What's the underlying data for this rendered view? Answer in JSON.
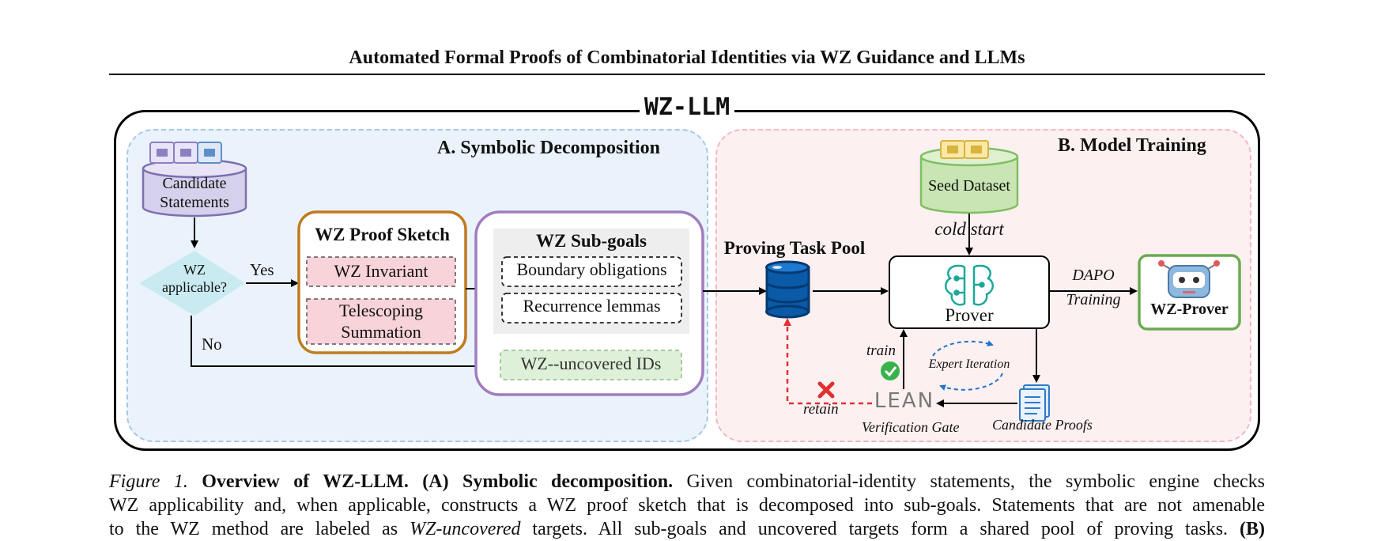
{
  "page_title": "Automated Formal Proofs of Combinatorial Identities via WZ Guidance and LLMs",
  "figure": {
    "frame_label": "WZ-LLM",
    "panel_a": {
      "title": "A. Symbolic Decomposition",
      "candidate_statements_line1": "Candidate",
      "candidate_statements_line2": "Statements",
      "decision_line1": "WZ",
      "decision_line2": "applicable?",
      "yes_label": "Yes",
      "no_label": "No",
      "proof_sketch": {
        "title": "WZ Proof Sketch",
        "item1": "WZ Invariant",
        "item2_line1": "Telescoping",
        "item2_line2": "Summation"
      },
      "subgoals": {
        "title": "WZ Sub-goals",
        "item1": "Boundary obligations",
        "item2": "Recurrence lemmas"
      },
      "uncovered": "WZ--uncovered IDs"
    },
    "pool_title": "Proving Task Pool",
    "panel_b": {
      "title": "B. Model Training",
      "seed_dataset": "Seed Dataset",
      "cold_start": "cold start",
      "prover": "Prover",
      "dapo": "DAPO",
      "training": "Training",
      "wz_prover": "WZ-Prover",
      "train_label": "train",
      "expert_iteration": "Expert Iteration",
      "retain_label": "retain",
      "lean_logo": "LEAN",
      "verification_gate": "Verification Gate",
      "candidate_proofs": "Candidate Proofs"
    },
    "colors": {
      "panel_a_bg": "#eaf3fb",
      "panel_b_bg": "#fdf0f1",
      "sketch_border": "#c07a1e",
      "subgoal_border": "#a07cc0",
      "prover_border": "#6bab52",
      "pink_box": "#f9d3da",
      "green_box": "#dff0d8",
      "database_blue": "#0a5aa8",
      "retain_red": "#e03030",
      "diamond": "#c8eaf0"
    }
  },
  "caption": {
    "label": "Figure 1.",
    "bold1": "Overview of WZ-LLM. (A) Symbolic decomposition.",
    "line1_rest": " Given combinatorial-identity statements, the symbolic engine checks",
    "line2": "WZ applicability and, when applicable, constructs a WZ proof sketch that is decomposed into sub-goals. Statements that are not amenable",
    "line3_a": "to the WZ method are labeled as ",
    "line3_em": "WZ-uncovered",
    "line3_b": " targets. All sub-goals and uncovered targets form a shared pool of proving tasks.",
    "line3_bold": "(B)"
  }
}
